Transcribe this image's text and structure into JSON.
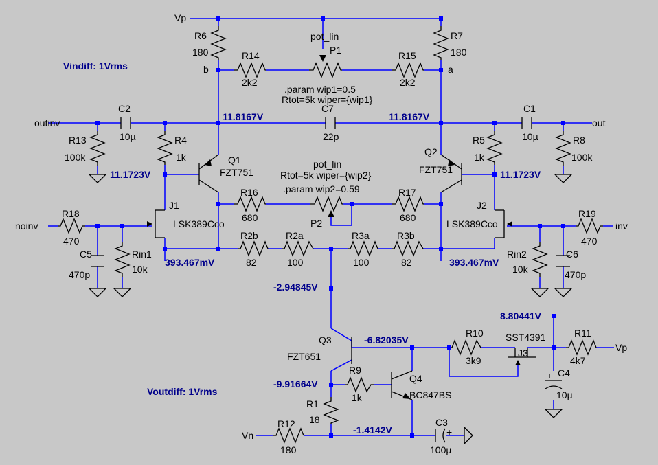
{
  "title": "",
  "annotations": {
    "vindiff": "Vindiff: 1Vrms",
    "voutdiff": "Voutdiff: 1Vrms"
  },
  "ports": {
    "vp_top": "Vp",
    "vp_right": "Vp",
    "vn": "Vn",
    "outinv": "outinv",
    "out": "out",
    "noinv": "noinv",
    "inv": "inv"
  },
  "nodes": {
    "b": "b",
    "a": "a"
  },
  "voltages": {
    "collector_left": "11.8167V",
    "collector_right": "11.8167V",
    "drain_left": "11.1723V",
    "drain_right": "11.1723V",
    "source_left": "393.467mV",
    "source_right": "393.467mV",
    "tail": "-2.94845V",
    "q3_collector": "-6.82035V",
    "q3_emitter": "-9.91664V",
    "vn_node": "-1.4142V",
    "j3_node": "8.80441V"
  },
  "params": {
    "p1_type": "pot_lin",
    "p1_param": ".param wip1=0.5",
    "p1_spec": "Rtot=5k wiper={wip1}",
    "p2_type": "pot_lin",
    "p2_spec": "Rtot=5k wiper={wip2}",
    "p2_param": ".param wip2=0.59"
  },
  "components": [
    {
      "ref": "R6",
      "value": "180"
    },
    {
      "ref": "R7",
      "value": "180"
    },
    {
      "ref": "R14",
      "value": "2k2"
    },
    {
      "ref": "R15",
      "value": "2k2"
    },
    {
      "ref": "P1",
      "value": ""
    },
    {
      "ref": "C2",
      "value": "10µ"
    },
    {
      "ref": "C7",
      "value": "22p"
    },
    {
      "ref": "C1",
      "value": "10µ"
    },
    {
      "ref": "R13",
      "value": "100k"
    },
    {
      "ref": "R8",
      "value": "100k"
    },
    {
      "ref": "R4",
      "value": "1k"
    },
    {
      "ref": "R5",
      "value": "1k"
    },
    {
      "ref": "Q1",
      "value": "FZT751"
    },
    {
      "ref": "Q2",
      "value": "FZT751"
    },
    {
      "ref": "R16",
      "value": "680"
    },
    {
      "ref": "R17",
      "value": "680"
    },
    {
      "ref": "P2",
      "value": ""
    },
    {
      "ref": "J1",
      "value": "LSK389Cco"
    },
    {
      "ref": "J2",
      "value": "LSK389Cco"
    },
    {
      "ref": "R18",
      "value": "470"
    },
    {
      "ref": "R19",
      "value": "470"
    },
    {
      "ref": "C5",
      "value": "470p"
    },
    {
      "ref": "C6",
      "value": "470p"
    },
    {
      "ref": "Rin1",
      "value": "10k"
    },
    {
      "ref": "Rin2",
      "value": "10k"
    },
    {
      "ref": "R2b",
      "value": "82"
    },
    {
      "ref": "R2a",
      "value": "100"
    },
    {
      "ref": "R3a",
      "value": "100"
    },
    {
      "ref": "R3b",
      "value": "82"
    },
    {
      "ref": "Q3",
      "value": "FZT651"
    },
    {
      "ref": "Q4",
      "value": "BC847BS"
    },
    {
      "ref": "R9",
      "value": "1k"
    },
    {
      "ref": "R1",
      "value": "18"
    },
    {
      "ref": "R10",
      "value": "3k9"
    },
    {
      "ref": "J3",
      "value": "SST4391"
    },
    {
      "ref": "R11",
      "value": "4k7"
    },
    {
      "ref": "C4",
      "value": "10µ"
    },
    {
      "ref": "R12",
      "value": "180"
    },
    {
      "ref": "C3",
      "value": "100µ"
    }
  ]
}
